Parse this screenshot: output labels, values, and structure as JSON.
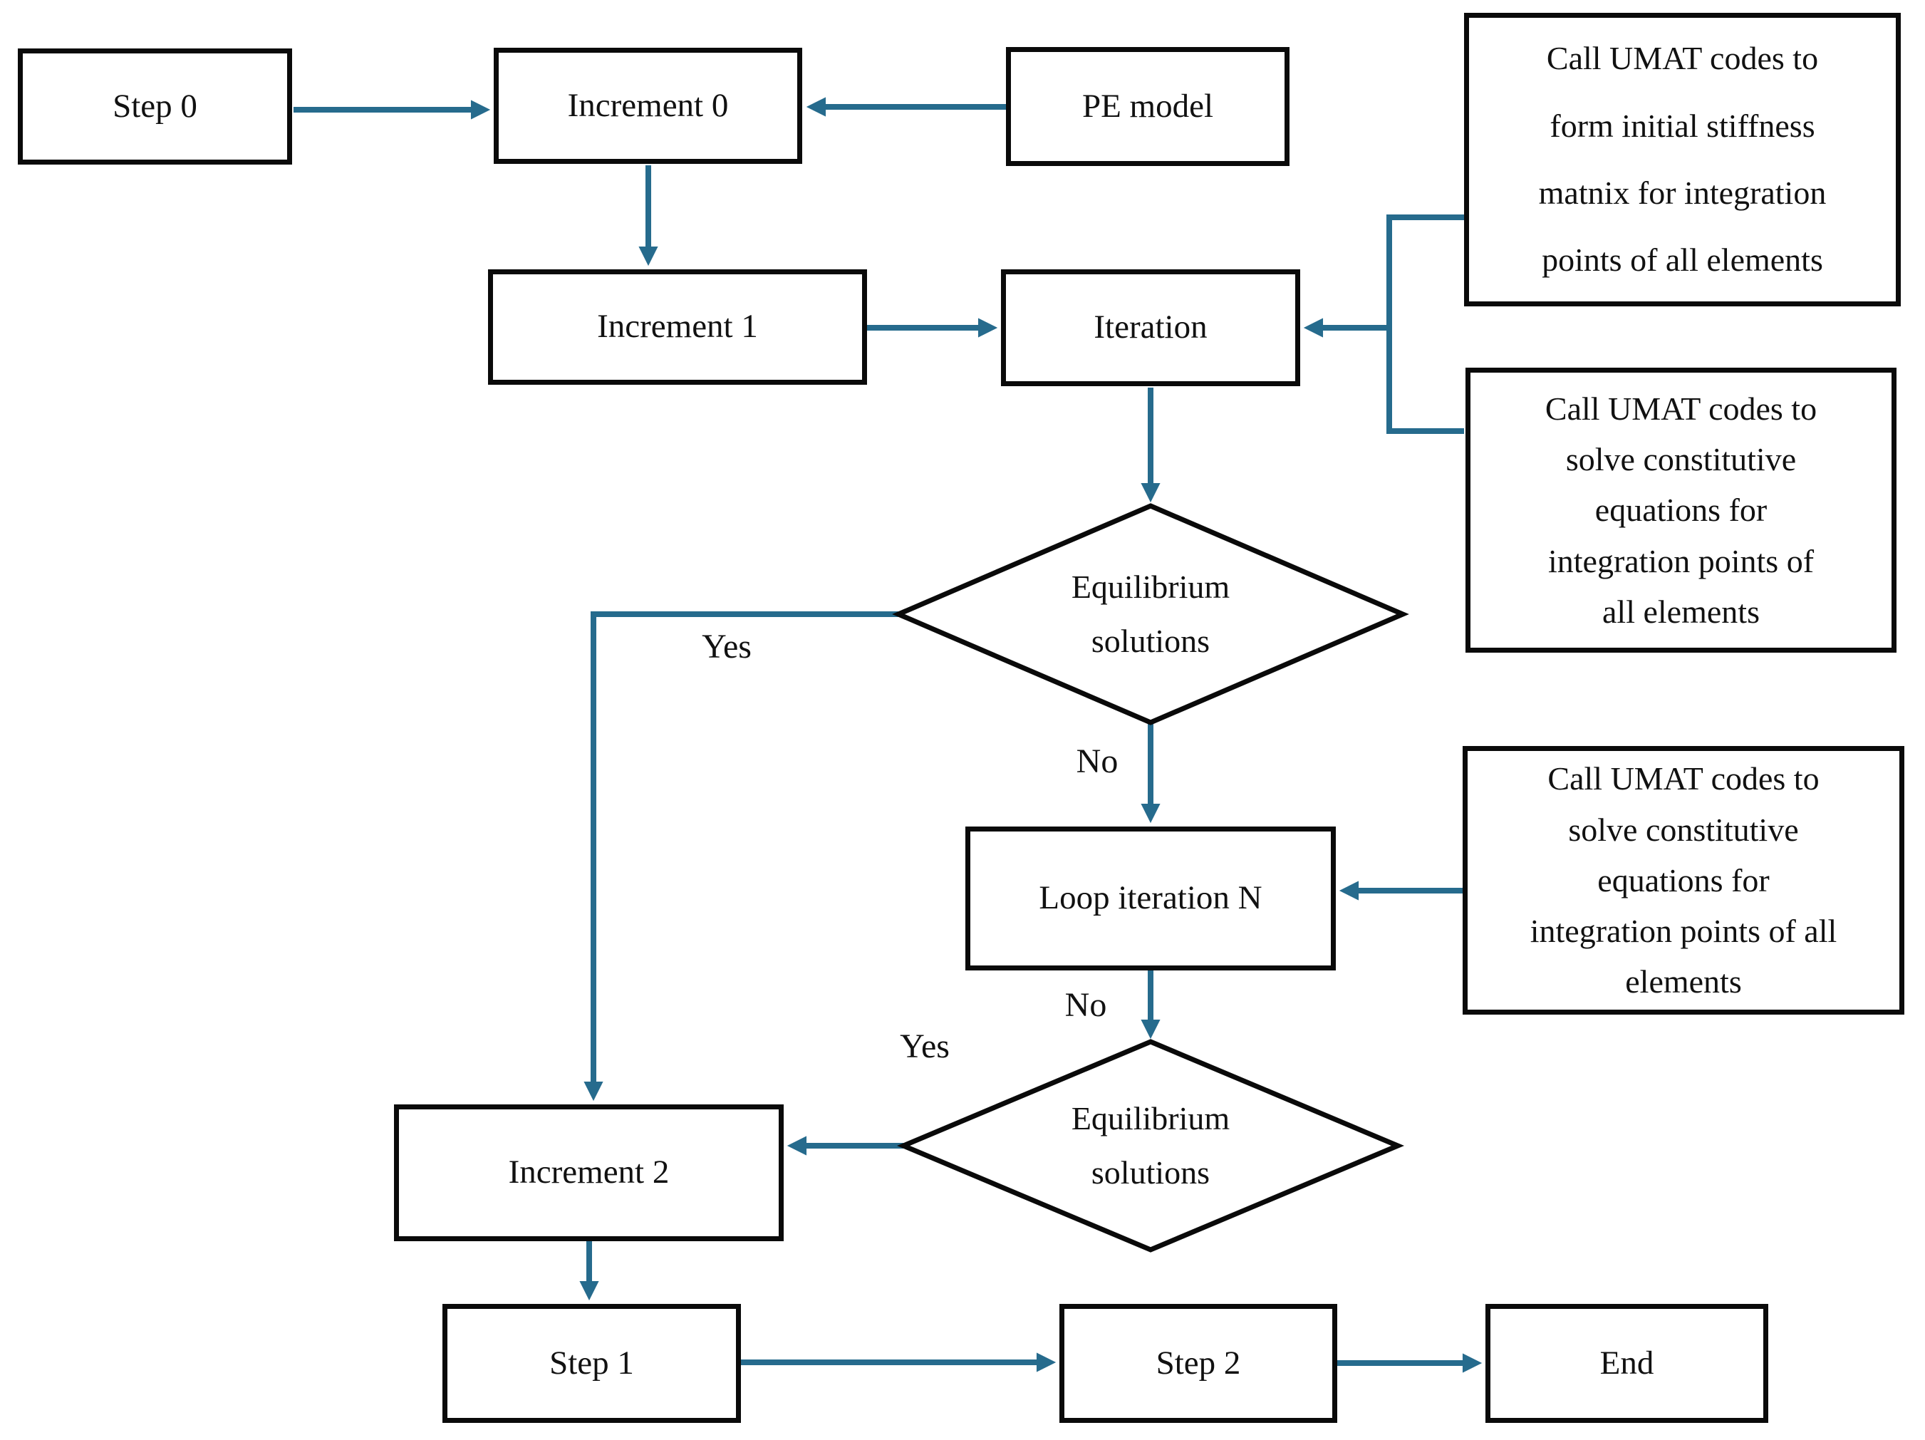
{
  "diagram": {
    "colors": {
      "accent": "#266b8d",
      "node_border": "#0a0a0a",
      "background": "#ffffff",
      "text": "#111111"
    },
    "nodes": {
      "step0": {
        "label": "Step 0"
      },
      "increment0": {
        "label": "Increment 0"
      },
      "pe_model": {
        "label": "PE model"
      },
      "umat_initial_stiffness": {
        "label": "Call UMAT codes to\nform initial stiffness\nmatnix for integration\npoints of all elements"
      },
      "increment1": {
        "label": "Increment 1"
      },
      "iteration": {
        "label": "Iteration"
      },
      "umat_solve_iteration": {
        "label": "Call UMAT codes to\nsolve constitutive\nequations for\nintegration points of\nall elements"
      },
      "equilibrium1": {
        "label": "Equilibrium\nsolutions"
      },
      "loop_iteration_n": {
        "label": "Loop iteration N"
      },
      "umat_solve_loop": {
        "label": "Call UMAT codes to\nsolve constitutive\nequations for\nintegration points of all\nelements"
      },
      "equilibrium2": {
        "label": "Equilibrium\nsolutions"
      },
      "increment2": {
        "label": "Increment 2"
      },
      "step1": {
        "label": "Step 1"
      },
      "step2": {
        "label": "Step 2"
      },
      "end": {
        "label": "End"
      }
    },
    "edge_labels": {
      "equilibrium1_yes": "Yes",
      "equilibrium1_no": "No",
      "equilibrium2_yes": "Yes",
      "equilibrium2_no": "No"
    }
  }
}
